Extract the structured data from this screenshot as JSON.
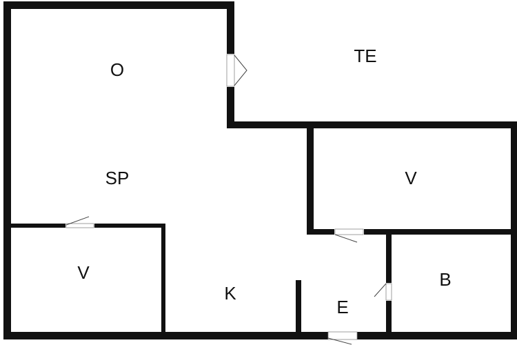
{
  "rooms": {
    "o": "O",
    "te": "TE",
    "sp": "SP",
    "v_right": "V",
    "v_left": "V",
    "k": "K",
    "e": "E",
    "b": "B"
  },
  "colors": {
    "wall": "#111111",
    "background": "#ffffff",
    "label": "#111111"
  }
}
